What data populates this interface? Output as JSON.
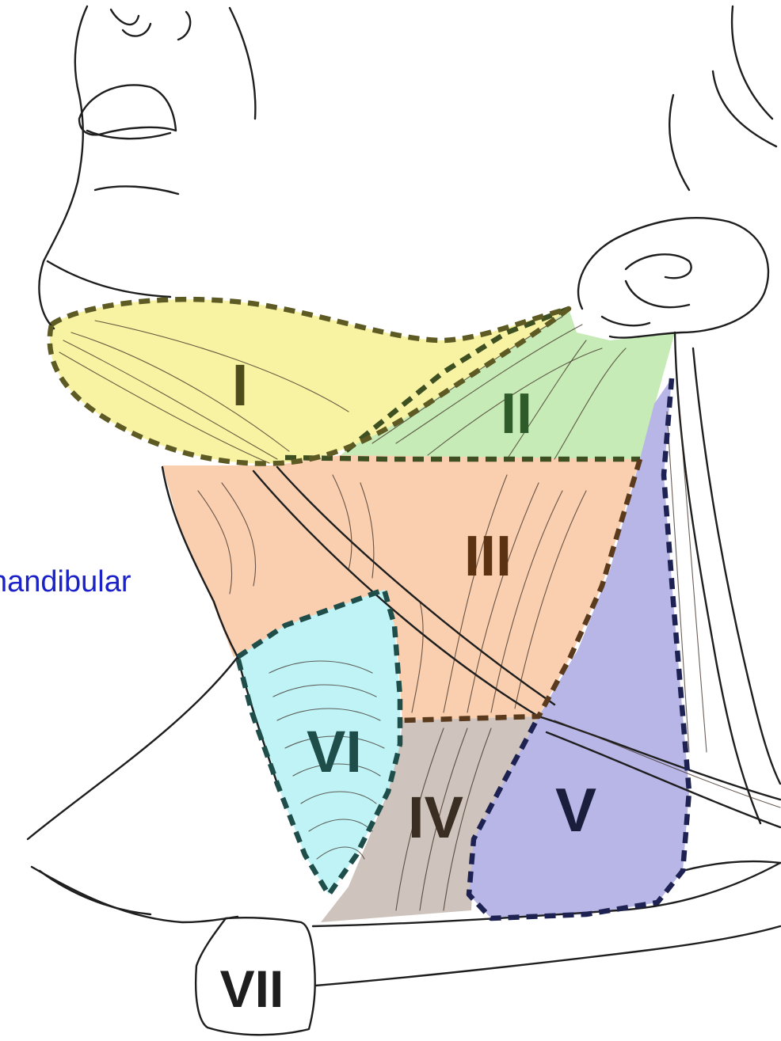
{
  "side_label": "nandibular",
  "levels": [
    {
      "id": "I",
      "label": "I",
      "fill": "#f7f3a3",
      "border": "#5e5a24",
      "text": "#4f4b1a"
    },
    {
      "id": "II",
      "label": "II",
      "fill": "#c6ebb6",
      "border": "#3e4f22",
      "text": "#2f5a2a"
    },
    {
      "id": "III",
      "label": "III",
      "fill": "#f9cfb0",
      "border": "#5a3a1c",
      "text": "#5b3212"
    },
    {
      "id": "IV",
      "label": "IV",
      "fill": "#cfc4bd",
      "border": "#5a3a1c",
      "text": "#3a2e22"
    },
    {
      "id": "V",
      "label": "V",
      "fill": "#b8b6e6",
      "border": "#1e2252",
      "text": "#1a1e3c"
    },
    {
      "id": "VI",
      "label": "VI",
      "fill": "#bff3f6",
      "border": "#1f4d4a",
      "text": "#1f4d4a"
    },
    {
      "id": "VII",
      "label": "VII",
      "fill": "#ffffff",
      "border": "#1e1e1e",
      "text": "#1e1e1e"
    }
  ]
}
